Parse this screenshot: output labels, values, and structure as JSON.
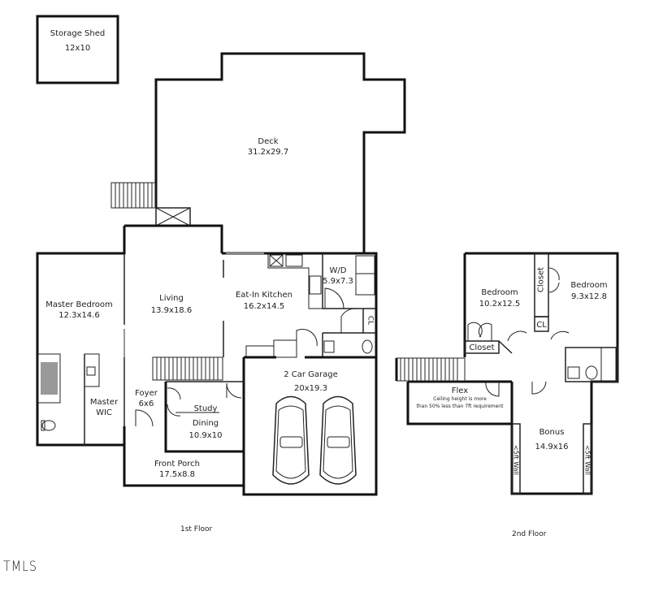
{
  "floorplan": {
    "first_floor": {
      "label": "1st Floor",
      "rooms": {
        "storage_shed": {
          "name": "Storage Shed",
          "size": "12x10"
        },
        "deck": {
          "name": "Deck",
          "size": "31.2x29.7"
        },
        "master_bedroom": {
          "name": "Master Bedroom",
          "size": "12.3x14.6"
        },
        "living": {
          "name": "Living",
          "size": "13.9x18.6"
        },
        "kitchen": {
          "name": "Eat-In Kitchen",
          "size": "16.2x14.5"
        },
        "laundry": {
          "name": "W/D",
          "size": "5.9x7.3"
        },
        "closet_cl": {
          "name": "CL"
        },
        "master_wic": {
          "name": "Master",
          "name2": "WIC"
        },
        "foyer": {
          "name": "Foyer",
          "size": "6x6"
        },
        "study": {
          "name": "Study",
          "alt_name": "Dining",
          "size": "10.9x10"
        },
        "front_porch": {
          "name": "Front Porch",
          "size": "17.5x8.8"
        },
        "garage": {
          "name": "2 Car Garage",
          "size": "20x19.3"
        }
      }
    },
    "second_floor": {
      "label": "2nd Floor",
      "rooms": {
        "bedroom_1": {
          "name": "Bedroom",
          "size": "10.2x12.5"
        },
        "bedroom_2": {
          "name": "Bedroom",
          "size": "9.3x12.8"
        },
        "closet_vertical": {
          "name": "Closet"
        },
        "closet_horizontal": {
          "name": "Closet"
        },
        "closet_cl": {
          "name": "CL"
        },
        "flex": {
          "name": "Flex",
          "note_line1": "Ceiling height is more",
          "note_line2": "than 50% less than 7ft requirement"
        },
        "bonus": {
          "name": "Bonus",
          "size": "14.9x16"
        },
        "wall_left": {
          "name": "<5ft Wall"
        },
        "wall_right": {
          "name": "<5ft Wall"
        }
      }
    }
  },
  "branding": {
    "logo_text": "TMLS"
  },
  "colors": {
    "wall": "#111111",
    "background": "#ffffff",
    "text": "#222222"
  }
}
